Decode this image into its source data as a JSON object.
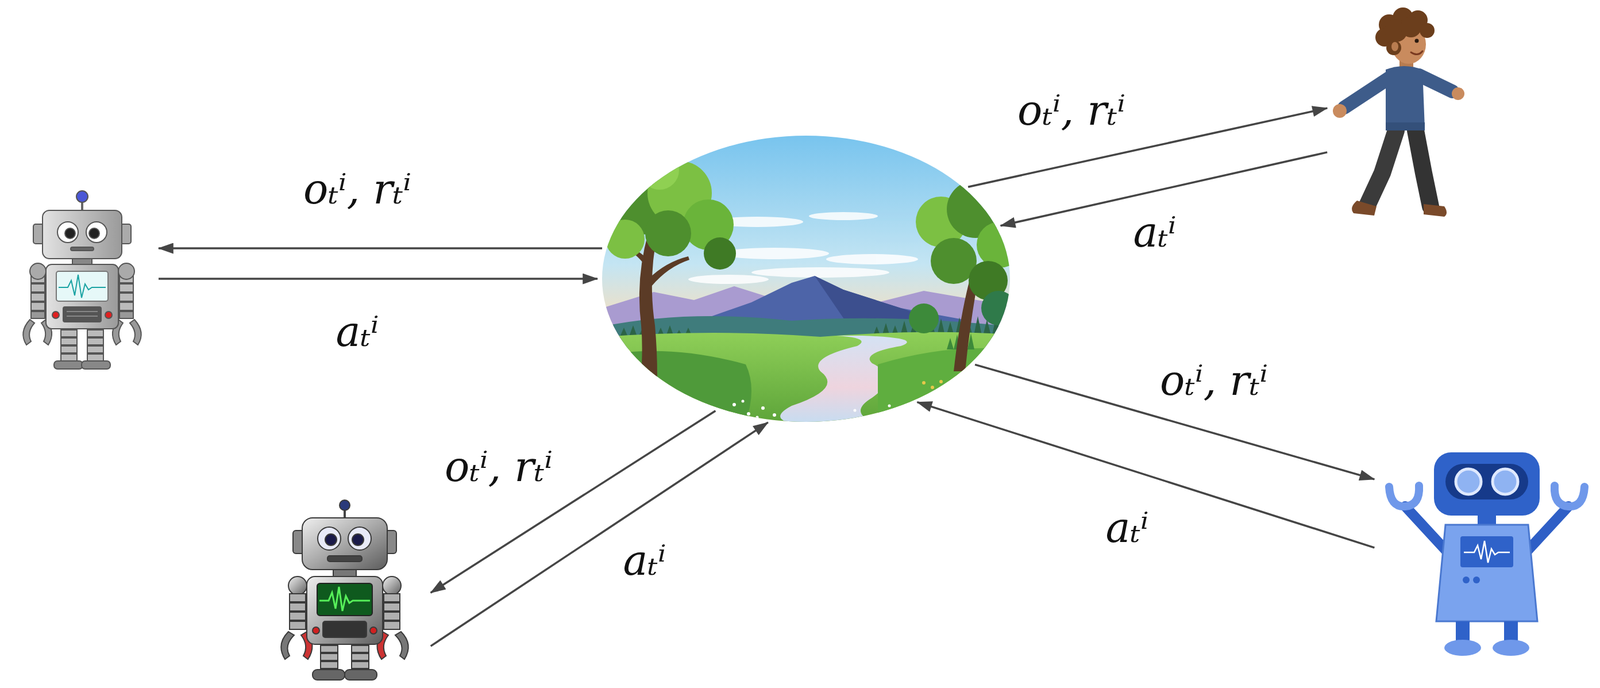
{
  "diagram": {
    "nodes": [
      {
        "text": []
      },
      {
        "text": []
      },
      {
        "text": []
      },
      {
        "text": []
      },
      {
        "text": []
      }
    ],
    "edges": [
      {
        "from": 0,
        "to": 1,
        "label": "oₜⁱ, rₜⁱ",
        "arrow": "to"
      },
      {
        "from": 1,
        "to": 0,
        "label": "aₜⁱ",
        "arrow": "to"
      },
      {
        "from": 0,
        "to": 2,
        "label": "oₜⁱ, rₜⁱ",
        "arrow": "to"
      },
      {
        "from": 2,
        "to": 0,
        "label": "aₜⁱ",
        "arrow": "to"
      },
      {
        "from": 0,
        "to": 4,
        "label": "oₜⁱ, rₜⁱ",
        "arrow": "to"
      },
      {
        "from": 4,
        "to": 0,
        "label": "aₜⁱ",
        "arrow": "to"
      },
      {
        "from": 0,
        "to": 3,
        "label": "oₜⁱ, rₜⁱ",
        "arrow": "to"
      },
      {
        "from": 3,
        "to": 0,
        "label": "aₜⁱ",
        "arrow": "to"
      }
    ]
  }
}
